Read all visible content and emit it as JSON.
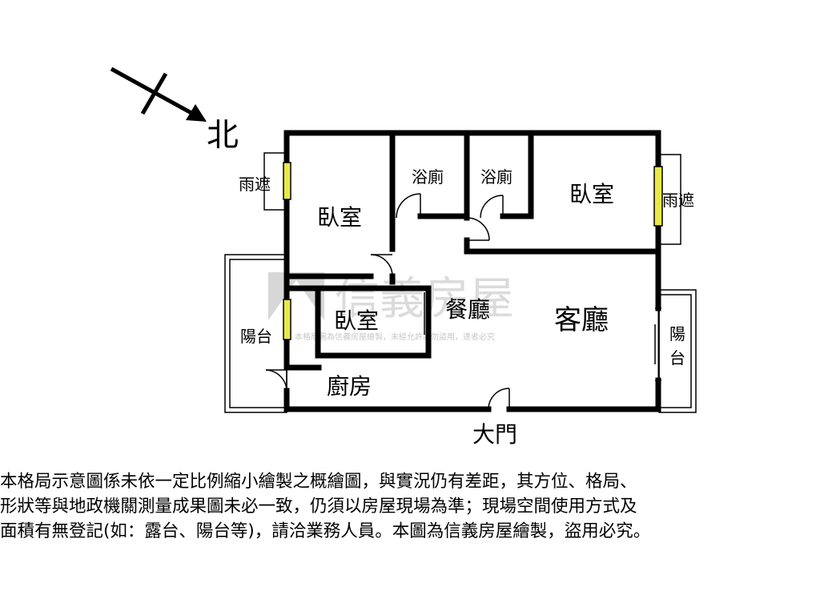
{
  "compass": {
    "label": "北",
    "icon": "north-arrow-icon"
  },
  "rooms": {
    "bedroom_top_left": "臥室",
    "bath_1": "浴廁",
    "bath_2": "浴廁",
    "bedroom_top_right": "臥室",
    "bedroom_middle": "臥室",
    "dining": "餐廳",
    "living": "客廳",
    "kitchen": "廚房",
    "balcony_left": "陽台",
    "balcony_right": "陽\n台",
    "awning_left": "雨遮",
    "awning_right": "雨遮",
    "main_door": "大門"
  },
  "watermark": {
    "brand": "信義房屋",
    "notice": "本格局圖為信義房屋繪製，未經允許請勿盜用，違者必究"
  },
  "disclaimer": "本格局示意圖係未依一定比例縮小繪製之概繪圖，與實況仍有差距，其方位、格局、\n形狀等與地政機關測量成果圖未必一致，仍須以房屋現場為準；現場空間使用方式及\n面積有無登記(如：露台、陽台等)，請洽業務人員。本圖為信義房屋繪製，盜用必究。",
  "colors": {
    "wall": "#000000",
    "window": "#e8e84a",
    "watermark": "#cfcfcf"
  }
}
